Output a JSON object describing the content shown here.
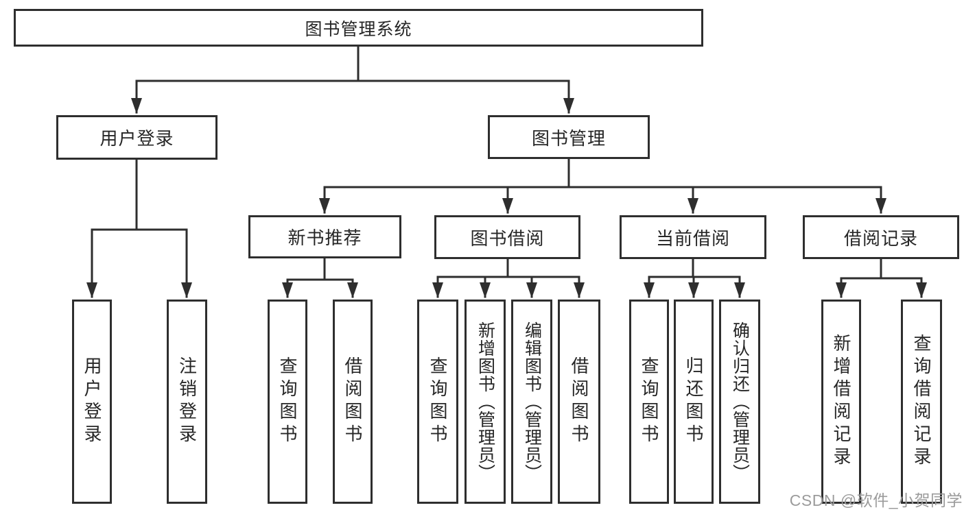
{
  "diagram": {
    "root": {
      "label": "图书管理系统"
    },
    "branches": [
      {
        "label": "用户登录",
        "children": [
          {
            "label": "用户登录"
          },
          {
            "label": "注销登录"
          }
        ]
      },
      {
        "label": "图书管理",
        "children": [
          {
            "label": "新书推荐",
            "children": [
              {
                "label": "查询图书"
              },
              {
                "label": "借阅图书"
              }
            ]
          },
          {
            "label": "图书借阅",
            "children": [
              {
                "label": "查询图书"
              },
              {
                "label": "新增图书（管理员）"
              },
              {
                "label": "编辑图书（管理员）"
              },
              {
                "label": "借阅图书"
              }
            ]
          },
          {
            "label": "当前借阅",
            "children": [
              {
                "label": "查询图书"
              },
              {
                "label": "归还图书"
              },
              {
                "label": "确认归还（管理员）"
              }
            ]
          },
          {
            "label": "借阅记录",
            "children": [
              {
                "label": "新增借阅记录"
              },
              {
                "label": "查询借阅记录"
              }
            ]
          }
        ]
      }
    ]
  },
  "watermark": {
    "text": "CSDN @软件_小贺同学"
  },
  "colors": {
    "line": "#2e2e2e",
    "text": "#262626",
    "watermark": "#9b9b9b",
    "background": "#ffffff"
  }
}
